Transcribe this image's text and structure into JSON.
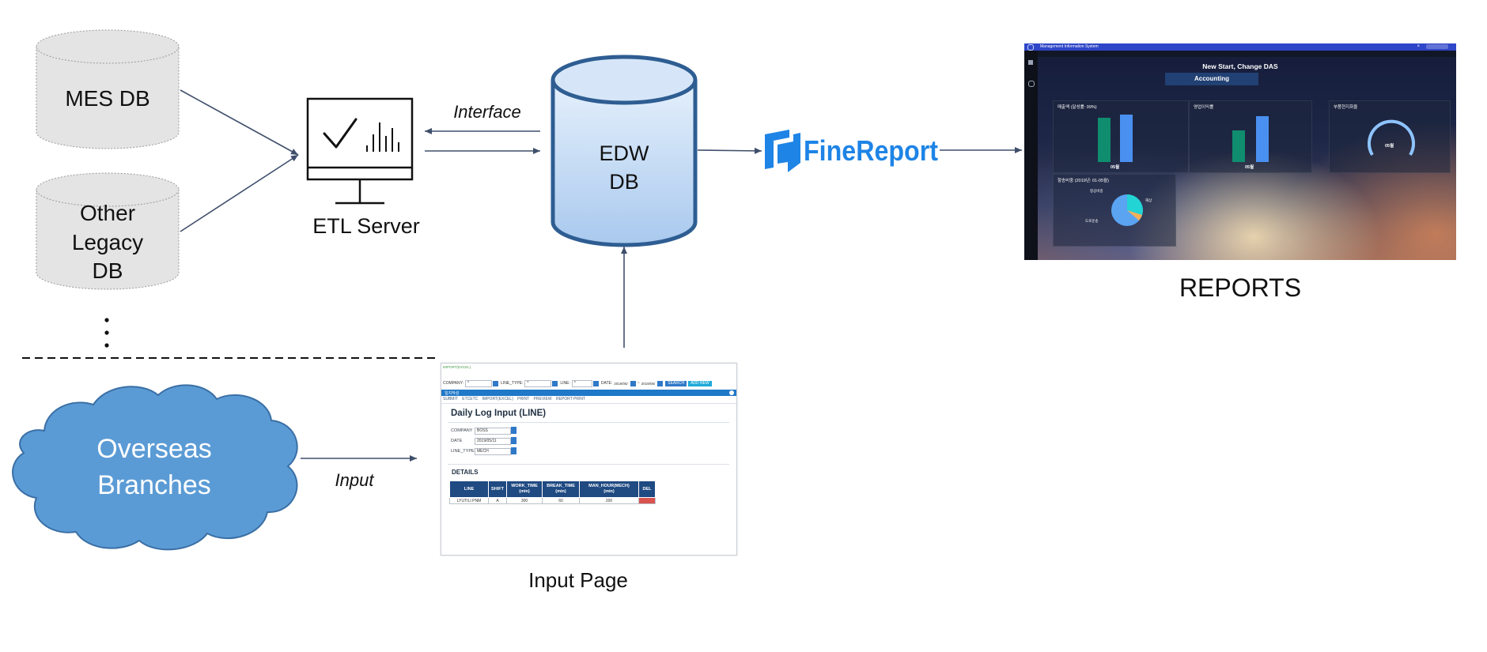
{
  "diagram": {
    "sources": {
      "mes_db": "MES DB",
      "other_legacy_db": [
        "Other",
        "Legacy",
        "DB"
      ],
      "ellipsis": "⋮"
    },
    "etl_server": {
      "label": "ETL Server",
      "interface_label": "Interface"
    },
    "edw_db": [
      "EDW",
      "DB"
    ],
    "finereport_logo": "FineReport",
    "reports_label": "REPORTS",
    "overseas": {
      "label": [
        "Overseas",
        "Branches"
      ],
      "arrow_label": "Input"
    },
    "input_page_label": "Input Page"
  },
  "input_page": {
    "top_link": "IMPORT(EXCEL)",
    "filters": [
      {
        "label": "COMPANY:",
        "value": "*"
      },
      {
        "label": "LINE_TYPE:",
        "value": "*"
      },
      {
        "label": "LINE:",
        "value": "*"
      }
    ],
    "date_label": "DATE:",
    "date_from": "2019/05/",
    "date_to": "2019/05/",
    "search_button": "SEARCH",
    "add_button": "ADD NEW",
    "modal_title": "일지작성",
    "toolbar": [
      "SUBMIT",
      "ETCETC",
      "IMPORT(EXCEL)",
      "PRINT",
      "PREVIEW",
      "REPORT PRINT"
    ],
    "form_title": "Daily Log Input (LINE)",
    "fields": [
      {
        "label": "COMPANY",
        "value": "BOSS"
      },
      {
        "label": "DATE",
        "value": "2019/05/11"
      },
      {
        "label": "LINE_TYPE",
        "value": "MECH"
      }
    ],
    "details_label": "DETAILS",
    "table": {
      "headers": [
        [
          "LINE"
        ],
        [
          "SHIFT"
        ],
        [
          "WORK_TIME",
          "(min)"
        ],
        [
          "BREAK_TIME",
          "(min)"
        ],
        [
          "MAN_HOUR(MECH)",
          "(min)"
        ],
        [
          "DEL"
        ]
      ],
      "row": [
        "LYUTILI PNM",
        "A",
        "300",
        "60",
        "200",
        ""
      ]
    }
  },
  "reports": {
    "app_title": "Management Information System",
    "dashboard_title": "New Start, Change DAS",
    "tab": "Accounting",
    "panels": [
      {
        "title": "매출액 (달성률: 99%)",
        "month": "05월"
      },
      {
        "title": "영업이익률",
        "month": "05월"
      },
      {
        "title": "부품현지화율",
        "month": "05월"
      },
      {
        "title": "항송비중 (2019년: 01-05월)"
      }
    ],
    "gauge_center": "05월",
    "pie_labels": [
      "항공비중",
      "해상",
      "도로운송"
    ],
    "colors": {
      "bar_green": "#0f8d6e",
      "bar_blue": "#4a90f0",
      "gauge": "#8ec3ff",
      "pie_blue": "#5aa4f2",
      "pie_cyan": "#23d4d4"
    }
  },
  "colors": {
    "cylinder_gray": "#e4e4e4",
    "edw_fill": "#c6ddf6",
    "edw_stroke": "#2e5d92",
    "cloud_fill": "#5b9bd5",
    "cloud_stroke": "#3a6fa5",
    "arrow": "#3f4f6b",
    "finereport_blue": "#1e84e6"
  }
}
